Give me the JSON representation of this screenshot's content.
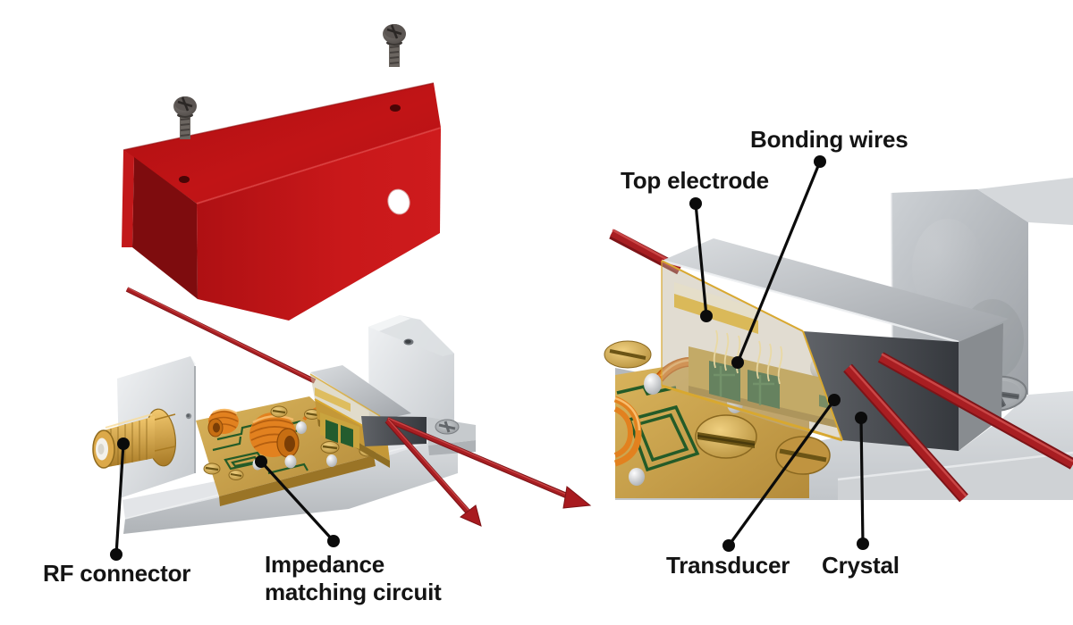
{
  "figure": {
    "kind": "technical-illustration",
    "background": "#ffffff",
    "views": {
      "exploded_view": {
        "name": "acousto-optic-module-exploded-view",
        "labels": [
          "RF connector",
          "Impedance matching circuit"
        ]
      },
      "closeup_view": {
        "name": "transducer-region-closeup-view",
        "labels": [
          "Bonding wires",
          "Top electrode",
          "Transducer",
          "Crystal"
        ]
      }
    }
  },
  "labels": {
    "rf_connector": "RF connector",
    "impedance_line1": "Impedance",
    "impedance_line2": "matching circuit",
    "bonding_wires": "Bonding wires",
    "top_electrode": "Top electrode",
    "transducer": "Transducer",
    "crystal": "Crystal"
  },
  "colors": {
    "cover_red": "#C01518",
    "laser_beam_red": "#A21D22",
    "gold_brass": "#D2A545",
    "pcb_gold": "#C9A445",
    "trace_green": "#245B28",
    "coil_orange": "#E2811F",
    "aluminum_gray": "#D4D7DA",
    "crystal_dark": "#45484D",
    "label_text": "#141414",
    "leader_line": "#0B0B0B"
  }
}
